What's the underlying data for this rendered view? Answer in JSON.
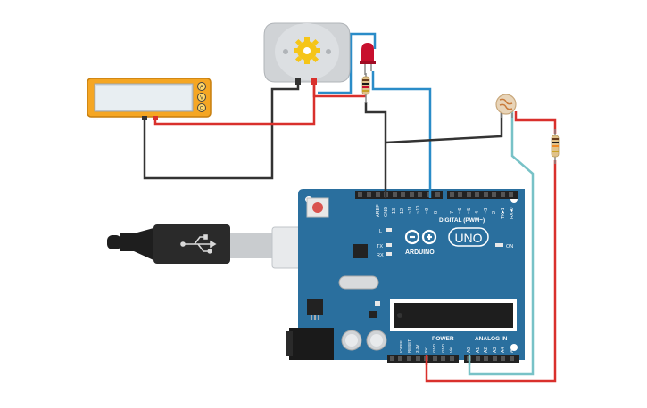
{
  "circuit": {
    "arduino": {
      "brand_label": "ARDUINO",
      "model_label": "UNO",
      "digital_header_label": "DIGITAL (PWM~)",
      "power_label": "POWER",
      "analog_label": "ANALOG IN",
      "on_label": "ON",
      "aref_label": "AREF",
      "gnd_label": "GND",
      "pin13_label": "13",
      "pin12_label": "12",
      "pin11_label": "~11",
      "pin10_label": "~10",
      "pin9_label": "~9",
      "pin8_label": "8",
      "pin7_label": "7",
      "pin6_label": "~6",
      "pin5_label": "~5",
      "pin4_label": "4",
      "pin3_label": "~3",
      "pin2_label": "2",
      "tx1_label": "TX▸1",
      "rx0_label": "RX◂0",
      "l_led_label": "L",
      "tx_led_label": "TX",
      "rx_led_label": "RX",
      "power_pin_labels": [
        "IOREF",
        "RESET",
        "3.3V",
        "5V",
        "GND",
        "GND",
        "Vin"
      ],
      "analog_pin_labels": [
        "A0",
        "A1",
        "A2",
        "A3",
        "A4",
        "A5"
      ]
    },
    "multimeter": {
      "mode_labels": [
        "A",
        "V",
        "Ω"
      ]
    },
    "colors": {
      "board": "#2a6f9e",
      "wire_red": "#d9302c",
      "wire_black": "#333333",
      "wire_blue": "#2a8cc8",
      "wire_teal": "#78c2c7",
      "multimeter_body": "#f5a623",
      "led_red": "#c8102e",
      "motor_gear": "#f5c518"
    }
  }
}
